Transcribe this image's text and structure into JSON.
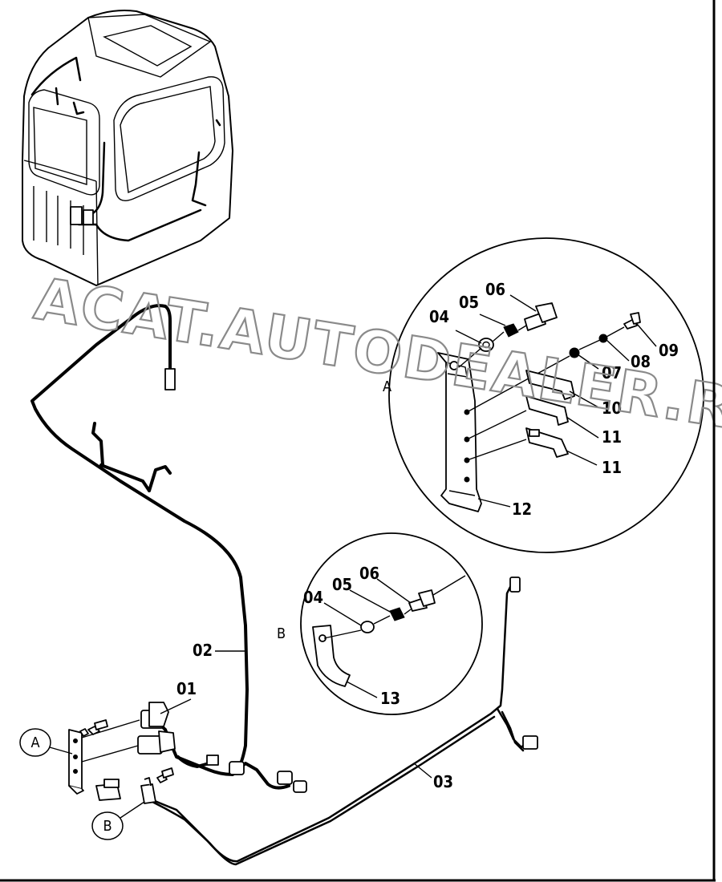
{
  "watermark": "ACAT.AUTODEALER.RU",
  "detail_views": [
    {
      "letter": "A",
      "parts": [
        "04",
        "05",
        "06",
        "07",
        "08",
        "09",
        "10",
        "11",
        "11",
        "12"
      ]
    },
    {
      "letter": "B",
      "parts": [
        "04",
        "05",
        "06",
        "13"
      ]
    }
  ],
  "callouts": {
    "p01": "01",
    "p02": "02",
    "p03": "03",
    "a04": "04",
    "a05": "05",
    "a06": "06",
    "a07": "07",
    "a08": "08",
    "a09": "09",
    "a10": "10",
    "a11a": "11",
    "a11b": "11",
    "a12": "12",
    "b04": "04",
    "b05": "05",
    "b06": "06",
    "b13": "13"
  },
  "circle_labels": {
    "a": "A",
    "b": "B"
  },
  "detail_labels": {
    "a": "A",
    "b": "B"
  }
}
